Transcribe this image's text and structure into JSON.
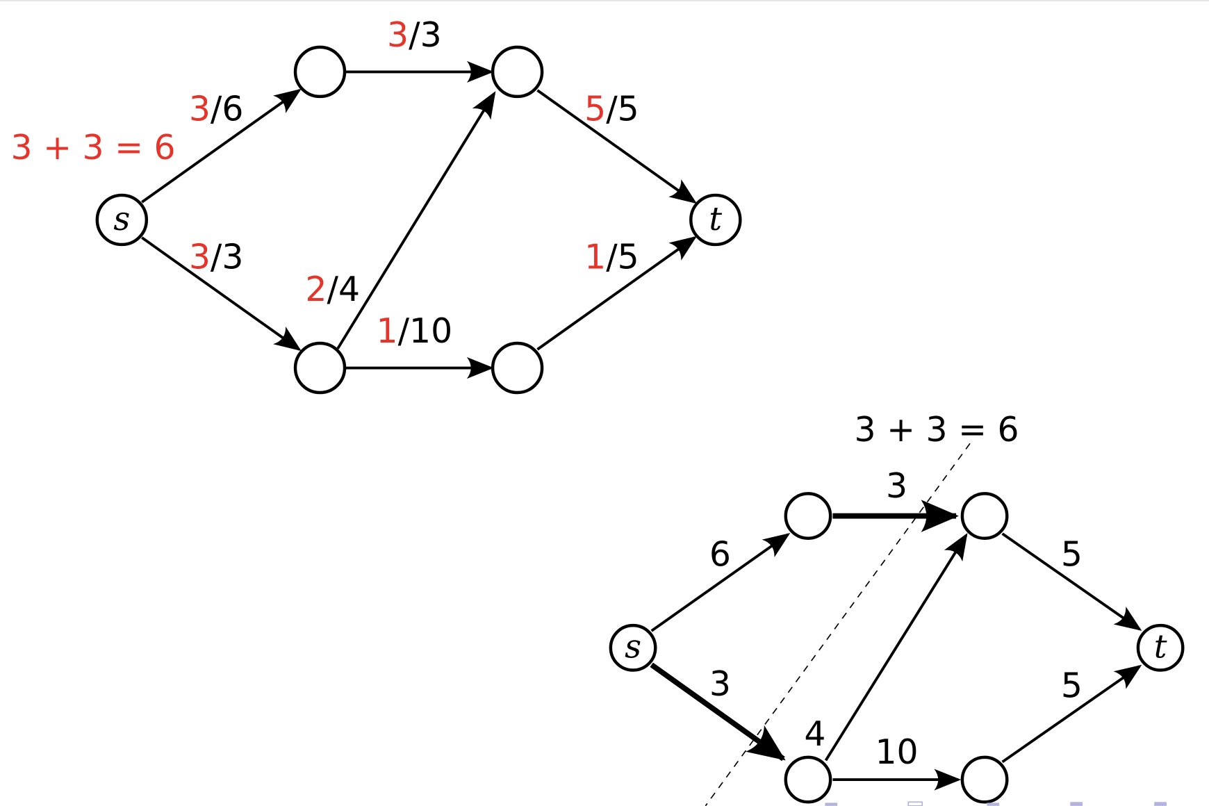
{
  "colors": {
    "flow": "#e5352b",
    "capacity": "#000000",
    "nav": "#b3b3dd"
  },
  "top_graph": {
    "source": "s",
    "sink": "t",
    "cut_sum": "3 + 3 = 6",
    "edges": [
      {
        "flow": "3",
        "cap": "/6"
      },
      {
        "flow": "3",
        "cap": "/3"
      },
      {
        "flow": "3",
        "cap": "/3"
      },
      {
        "flow": "5",
        "cap": "/5"
      },
      {
        "flow": "2",
        "cap": "/4"
      },
      {
        "flow": "1",
        "cap": "/10"
      },
      {
        "flow": "1",
        "cap": "/5"
      }
    ]
  },
  "bottom_graph": {
    "source": "s",
    "sink": "t",
    "cut_sum": "3 + 3 = 6",
    "capacities": [
      "6",
      "3",
      "3",
      "5",
      "4",
      "10",
      "5"
    ]
  }
}
